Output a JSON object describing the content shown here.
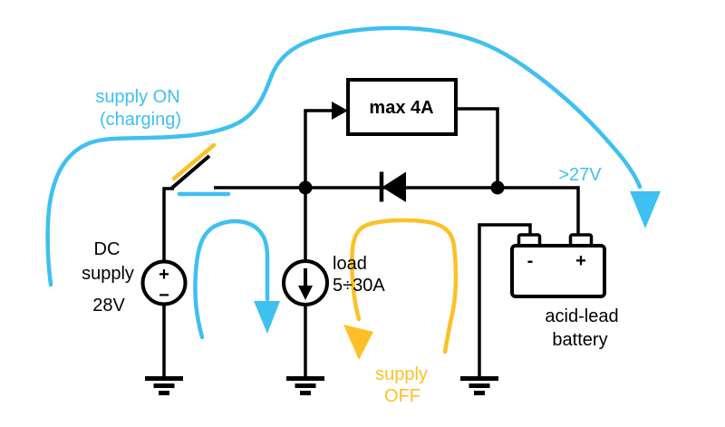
{
  "colors": {
    "wire_black": "#000000",
    "charging_accent_cyan": "#3ec0f0",
    "discharging_accent_yellow": "#fdc028",
    "background": "#ffffff"
  },
  "annotations": {
    "supply_on": {
      "line1": "supply ON",
      "line2": "(charging)"
    },
    "charge_voltage": ">27V",
    "supply_off": {
      "line1": "supply",
      "line2": "OFF"
    }
  },
  "components": {
    "dc_supply": {
      "label_line1": "DC",
      "label_line2": "supply",
      "voltage": "28V",
      "plus": "+",
      "minus": "−"
    },
    "current_limiter": {
      "label": "max 4A"
    },
    "load": {
      "label": "load",
      "current_range": "5÷30A"
    },
    "battery": {
      "label_line1": "acid-lead",
      "label_line2": "battery",
      "minus": "-",
      "plus": "+"
    }
  }
}
